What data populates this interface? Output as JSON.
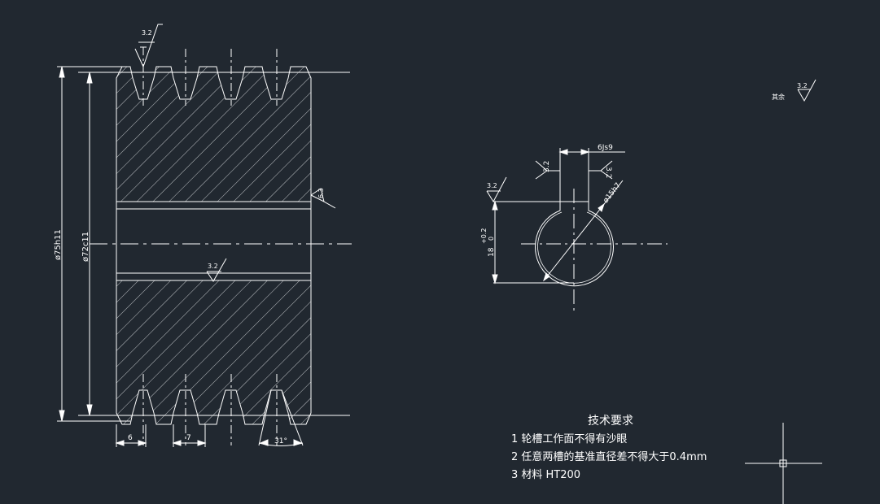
{
  "colors": {
    "background": "#212830",
    "line": "#ffffff"
  },
  "front_view": {
    "dim_outer_diameter": "ø75h11",
    "dim_inner_diameter": "ø72c11",
    "roughness_top": "3.2",
    "roughness_bore": "3.2",
    "roughness_side": "6.3",
    "dim_groove_width": "6",
    "dim_groove_pitch": "7",
    "dim_groove_angle": "31°"
  },
  "section_view": {
    "dim_keyway_width": "6Js9",
    "dim_bore_diameter": "ø15h7",
    "dim_depth": "18",
    "dim_tolerance_upper": "+0.2",
    "dim_tolerance_lower": "0",
    "roughness_key_left": "3.2",
    "roughness_key_right": "3.2",
    "roughness_hub": "3.2"
  },
  "general_roughness": {
    "label": "其余",
    "value": "3.2"
  },
  "tech_requirements": {
    "title": "技术要求",
    "items": [
      "1  轮槽工作面不得有沙眼",
      "2  任意两槽的基准直径差不得大于0.4mm",
      "3  材料   HT200"
    ]
  }
}
